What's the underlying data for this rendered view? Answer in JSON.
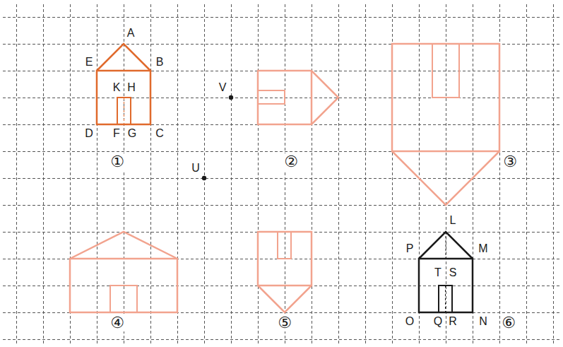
{
  "diagram": {
    "labels": [
      "A",
      "E",
      "B",
      "K",
      "H",
      "D",
      "F",
      "G",
      "C",
      "①",
      "V",
      "U",
      "②",
      "③",
      "L",
      "P",
      "M",
      "T",
      "S",
      "O",
      "Q",
      "R",
      "N",
      "④",
      "⑤",
      "⑥"
    ]
  }
}
